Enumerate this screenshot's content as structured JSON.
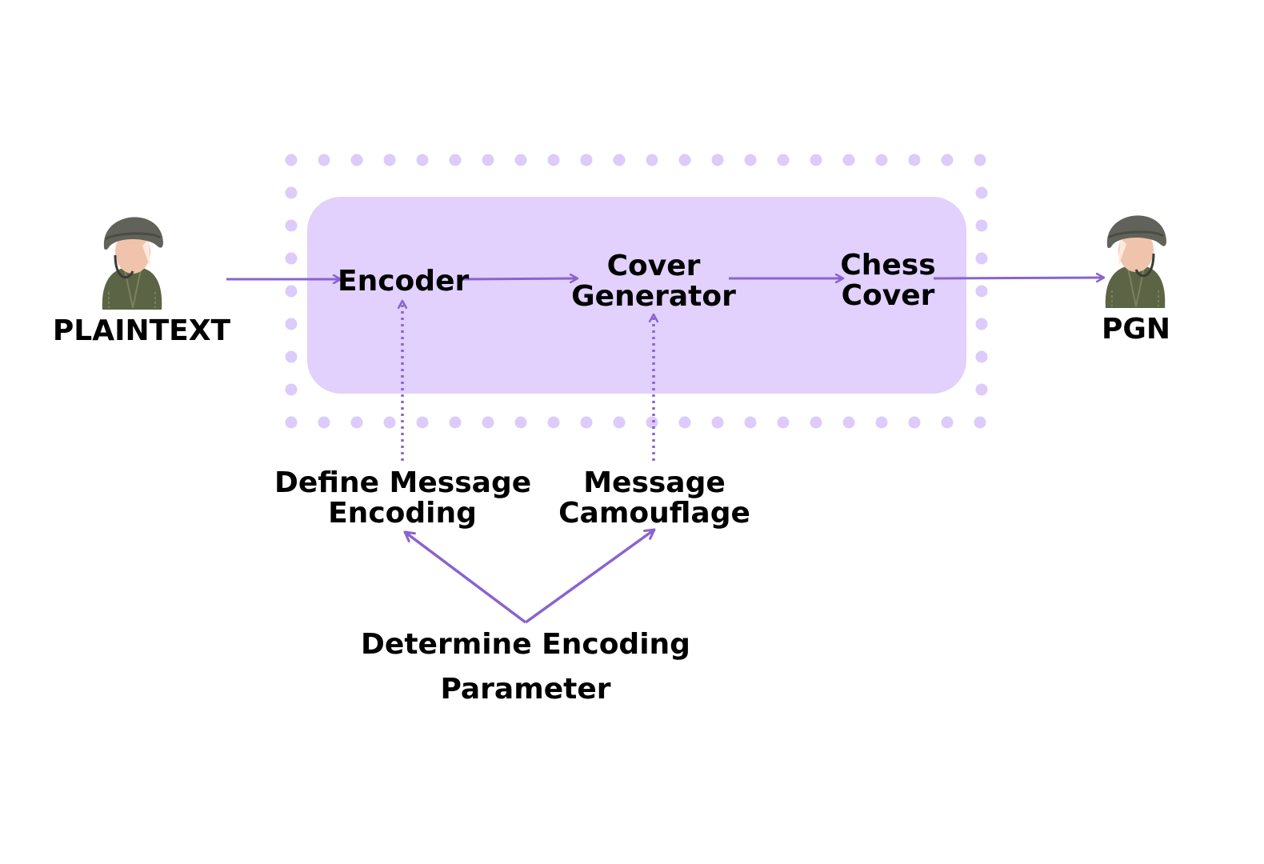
{
  "colors": {
    "accent": "#8a63cf",
    "box_fill": "#e1d1fc",
    "dots": "#dccbfb",
    "text": "#000000"
  },
  "icons": {
    "sender": "soldier-avatar-icon",
    "receiver": "soldier-avatar-icon"
  },
  "labels": {
    "plaintext": "PLAINTEXT",
    "pgn": "PGN",
    "encoder": "Encoder",
    "cover_generator": [
      "Cover",
      "Generator"
    ],
    "chess_cover": [
      "Chess",
      "Cover"
    ],
    "define_message_encoding": [
      "Define Message",
      "Encoding"
    ],
    "message_camouflage": [
      "Message",
      "Camouflage"
    ],
    "determine_encoding_parameter": [
      "Determine Encoding",
      "Parameter"
    ]
  }
}
